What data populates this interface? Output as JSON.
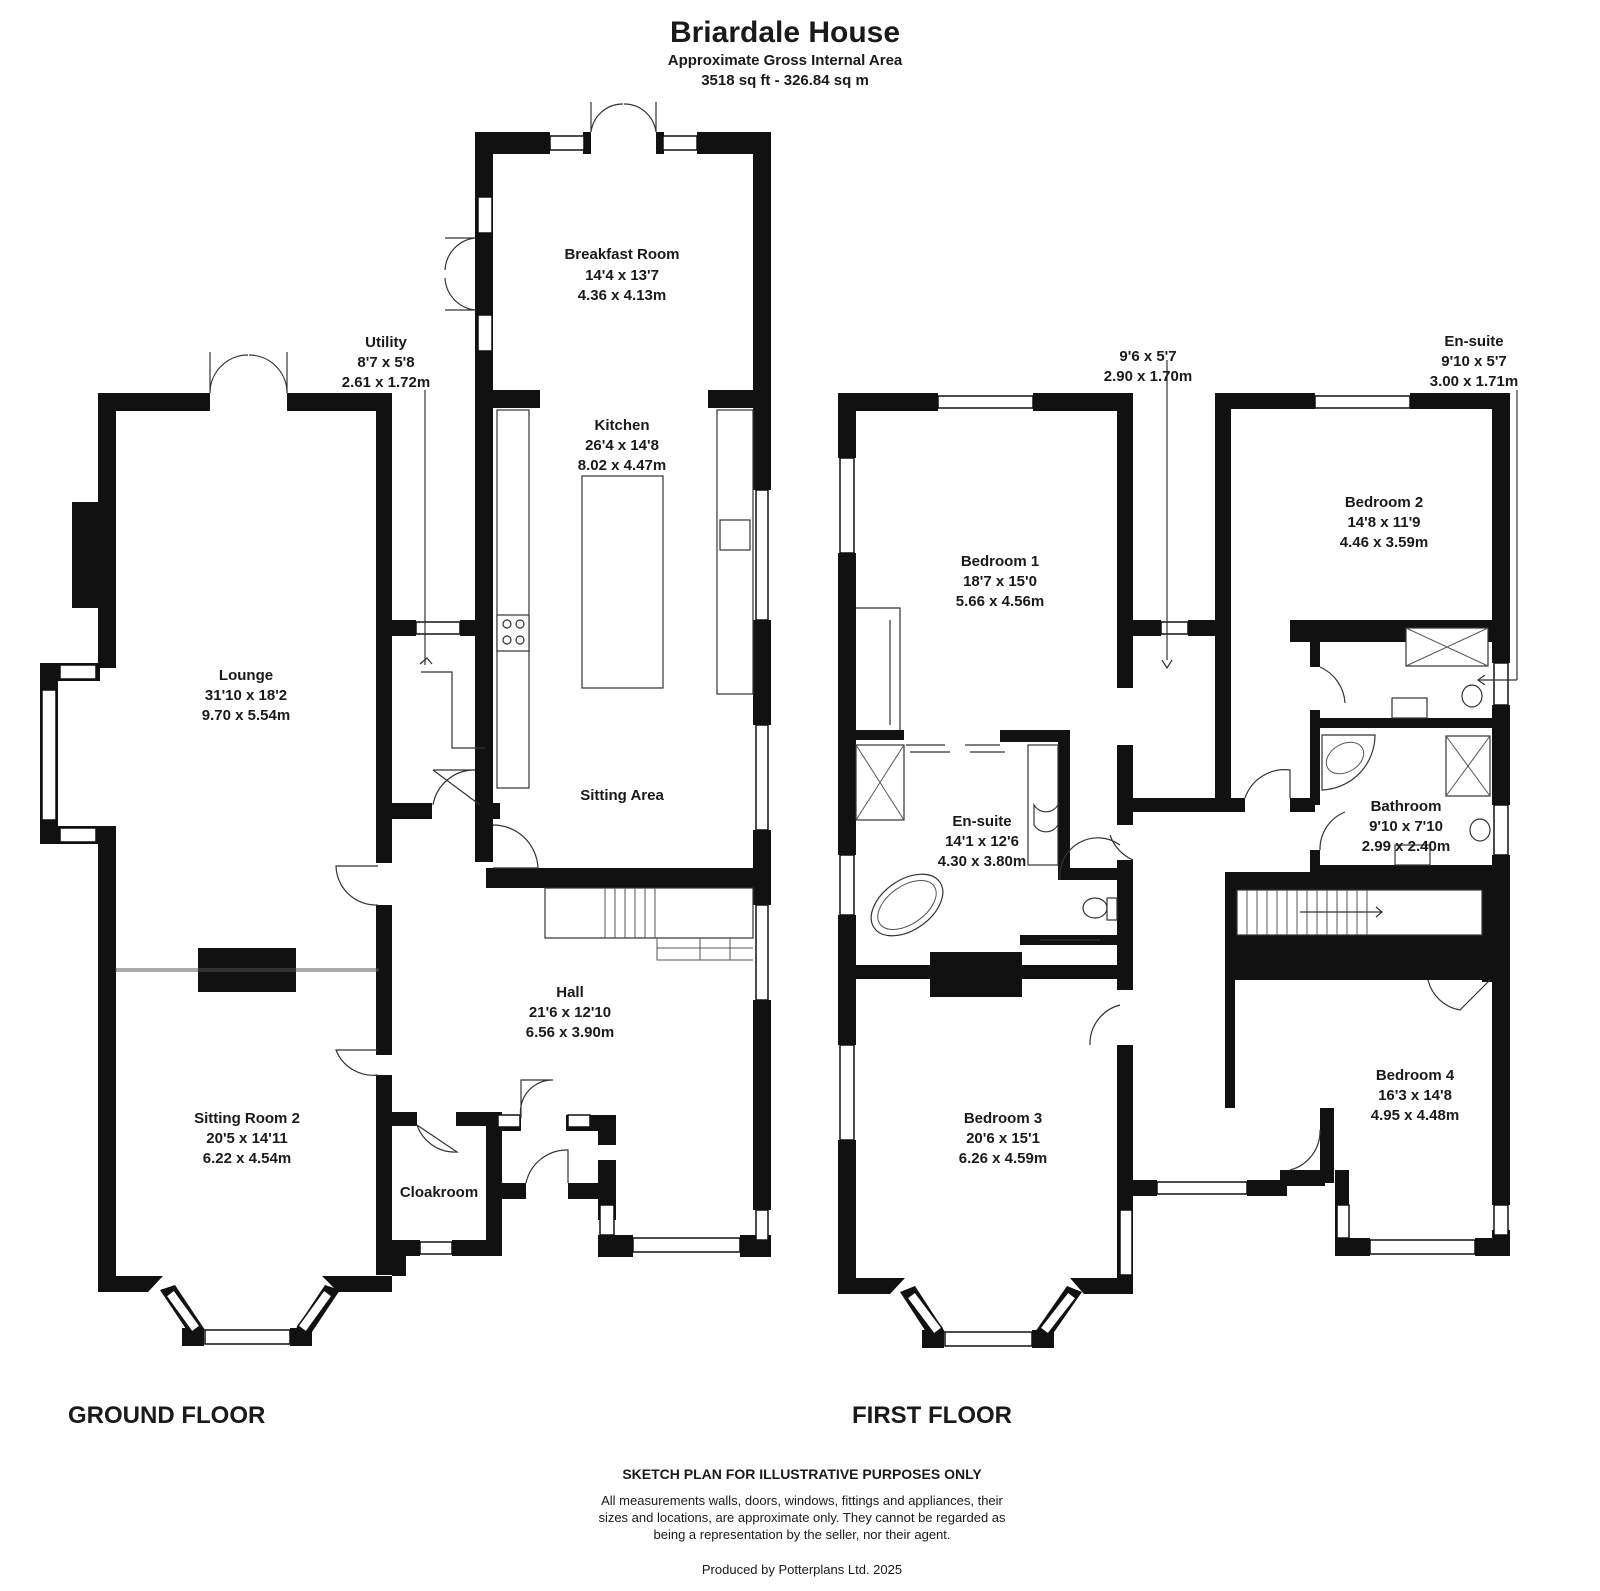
{
  "header": {
    "title": "Briardale House",
    "subtitle": "Approximate Gross Internal Area",
    "area": "3518 sq ft - 326.84 sq m"
  },
  "ground_floor": {
    "label": "GROUND FLOOR",
    "rooms": {
      "breakfast": {
        "name": "Breakfast Room",
        "imperial": "14'4 x 13'7",
        "metric": "4.36 x 4.13m"
      },
      "utility": {
        "name": "Utility",
        "imperial": "8'7 x 5'8",
        "metric": "2.61 x 1.72m"
      },
      "kitchen": {
        "name": "Kitchen",
        "imperial": "26'4 x 14'8",
        "metric": "8.02 x 4.47m"
      },
      "lounge": {
        "name": "Lounge",
        "imperial": "31'10 x 18'2",
        "metric": "9.70 x 5.54m"
      },
      "sitting_area": {
        "name": "Sitting Area"
      },
      "hall": {
        "name": "Hall",
        "imperial": "21'6 x 12'10",
        "metric": "6.56 x 3.90m"
      },
      "sitting_room_2": {
        "name": "Sitting Room 2",
        "imperial": "20'5 x 14'11",
        "metric": "6.22 x 4.54m"
      },
      "cloakroom": {
        "name": "Cloakroom"
      }
    }
  },
  "first_floor": {
    "label": "FIRST FLOOR",
    "rooms": {
      "landing_store": {
        "imperial": "9'6 x 5'7",
        "metric": "2.90 x 1.70m"
      },
      "ensuite_2": {
        "name": "En-suite",
        "imperial": "9'10 x 5'7",
        "metric": "3.00 x 1.71m"
      },
      "bedroom_1": {
        "name": "Bedroom  1",
        "imperial": "18'7 x 15'0",
        "metric": "5.66 x 4.56m"
      },
      "bedroom_2": {
        "name": "Bedroom  2",
        "imperial": "14'8 x 11'9",
        "metric": "4.46 x 3.59m"
      },
      "ensuite_1": {
        "name": "En-suite",
        "imperial": "14'1 x 12'6",
        "metric": "4.30 x 3.80m"
      },
      "bathroom": {
        "name": "Bathroom",
        "imperial": "9'10 x 7'10",
        "metric": "2.99 x 2.40m"
      },
      "bedroom_3": {
        "name": "Bedroom 3",
        "imperial": "20'6 x 15'1",
        "metric": "6.26 x 4.59m"
      },
      "bedroom_4": {
        "name": "Bedroom 4",
        "imperial": "16'3 x 14'8",
        "metric": "4.95 x 4.48m"
      }
    }
  },
  "footer": {
    "heading": "SKETCH PLAN FOR ILLUSTRATIVE PURPOSES ONLY",
    "line1": "All measurements walls, doors, windows, fittings and appliances, their",
    "line2": "sizes and locations, are approximate only. They cannot be regarded as",
    "line3": "being a representation by the seller, nor their agent.",
    "produced": "Produced by Potterplans Ltd. 2025"
  }
}
